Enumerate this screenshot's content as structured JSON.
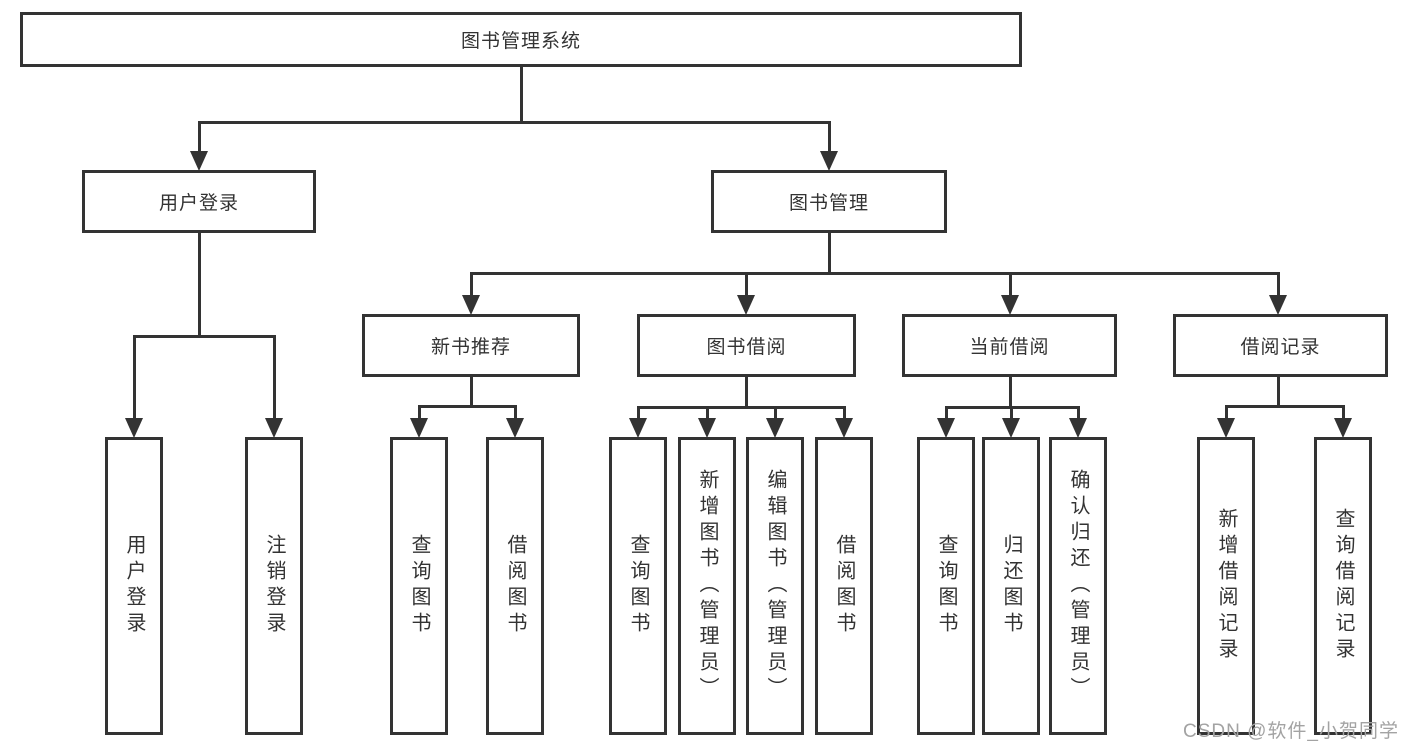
{
  "diagram_type": "function-structure-tree",
  "tree": {
    "label": "图书管理系统",
    "children": [
      {
        "label": "用户登录",
        "children": [
          {
            "label": "用户登录"
          },
          {
            "label": "注销登录"
          }
        ]
      },
      {
        "label": "图书管理",
        "children": [
          {
            "label": "新书推荐",
            "children": [
              {
                "label": "查询图书"
              },
              {
                "label": "借阅图书"
              }
            ]
          },
          {
            "label": "图书借阅",
            "children": [
              {
                "label": "查询图书"
              },
              {
                "label": "新增图书（管理员）"
              },
              {
                "label": "编辑图书（管理员）"
              },
              {
                "label": "借阅图书"
              }
            ]
          },
          {
            "label": "当前借阅",
            "children": [
              {
                "label": "查询图书"
              },
              {
                "label": "归还图书"
              },
              {
                "label": "确认归还（管理员）"
              }
            ]
          },
          {
            "label": "借阅记录",
            "children": [
              {
                "label": "新增借阅记录"
              },
              {
                "label": "查询借阅记录"
              }
            ]
          }
        ]
      }
    ]
  },
  "watermark": "CSDN @软件_小贺同学",
  "colors": {
    "line": "#333333",
    "text": "#333333",
    "background": "#ffffff",
    "watermark": "#a3a3a3"
  }
}
